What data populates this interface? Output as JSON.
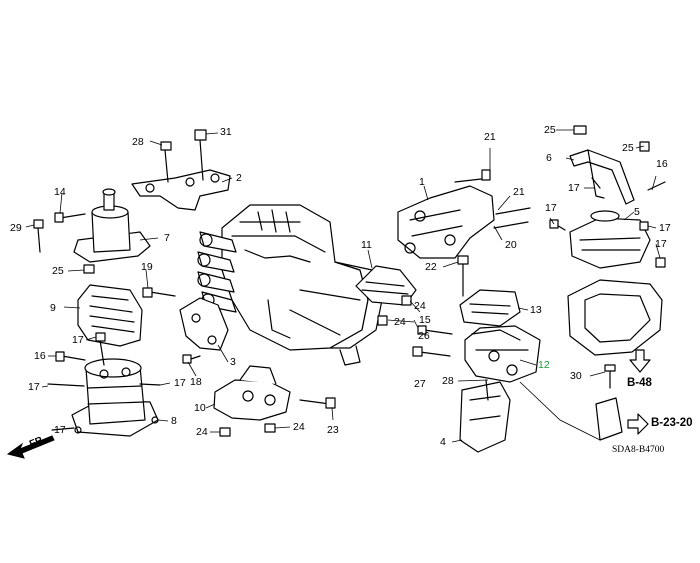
{
  "diagram": {
    "code": "SDA8-B4700",
    "direction_label": "FR.",
    "references": {
      "b48": "B-48",
      "b2320": "B-23-20"
    },
    "callouts": {
      "c28a": "28",
      "c31": "31",
      "c2": "2",
      "c14": "14",
      "c29": "29",
      "c7": "7",
      "c25a": "25",
      "c19": "19",
      "c9": "9",
      "c17a": "17",
      "c16a": "16",
      "c3": "3",
      "c18": "18",
      "c17b": "17",
      "c17c": "17",
      "c17d": "17",
      "c8": "8",
      "c10": "10",
      "c24a": "24",
      "c24b": "24",
      "c23": "23",
      "c11": "11",
      "c24c": "24",
      "c24d": "24",
      "c1": "1",
      "c21a": "21",
      "c21b": "21",
      "c20": "20",
      "c22": "22",
      "c15": "15",
      "c26": "26",
      "c27": "27",
      "c13": "13",
      "c12": "12",
      "c28b": "28",
      "c4": "4",
      "c25b": "25",
      "c25c": "25",
      "c6": "6",
      "c16b": "16",
      "c17e": "17",
      "c17f": "17",
      "c5": "5",
      "c17g": "17",
      "c17h": "17",
      "c30": "30"
    }
  },
  "colors": {
    "line": "#000000",
    "highlight_label": "#1a9a3a",
    "background": "#ffffff"
  }
}
